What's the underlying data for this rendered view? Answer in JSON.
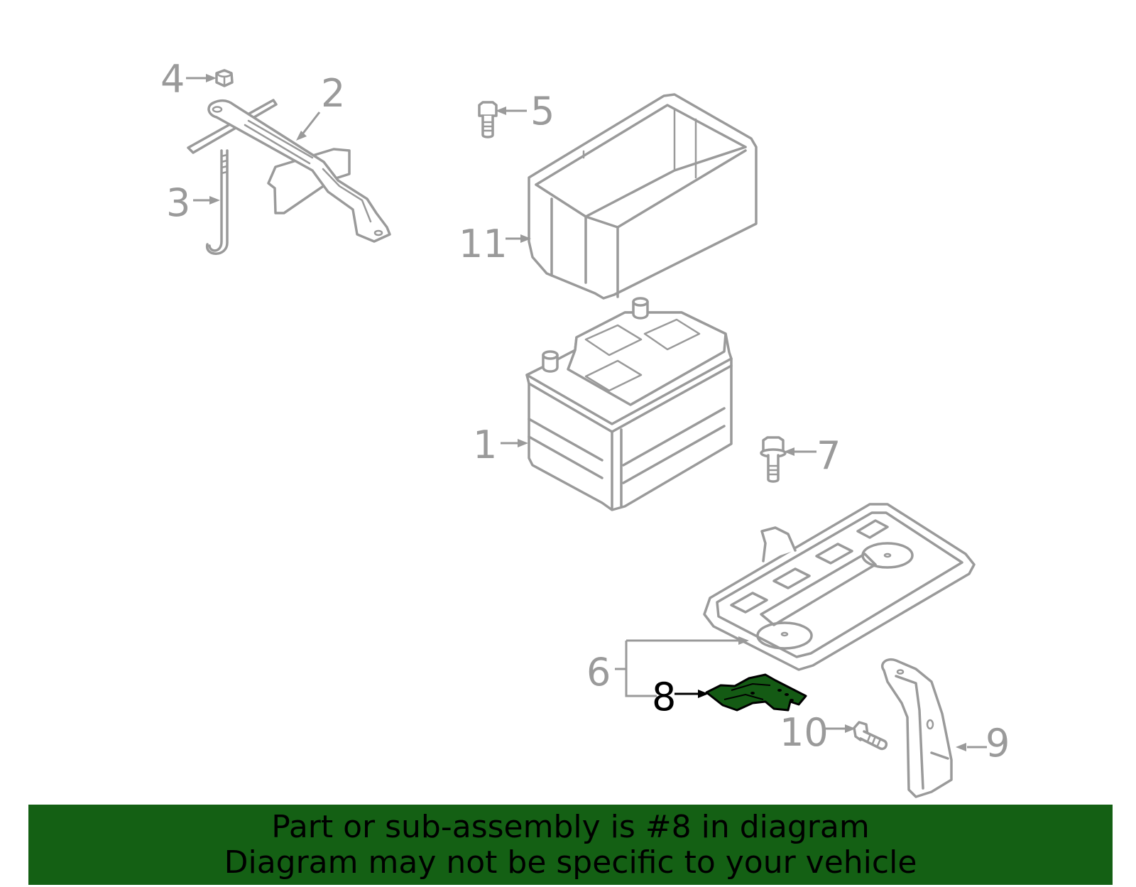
{
  "callouts": {
    "c1": "1",
    "c2": "2",
    "c3": "3",
    "c4": "4",
    "c5": "5",
    "c6": "6",
    "c7": "7",
    "c8": "8",
    "c9": "9",
    "c10": "10",
    "c11": "11"
  },
  "highlight": {
    "part": "8",
    "color": "#145a14"
  },
  "banner": {
    "line1": "Part or sub-assembly is #8 in diagram",
    "line2": "Diagram may not be specific to your vehicle",
    "background": "#146014"
  },
  "colors": {
    "line": "#9a9a9a",
    "text_highlight": "#000000"
  }
}
